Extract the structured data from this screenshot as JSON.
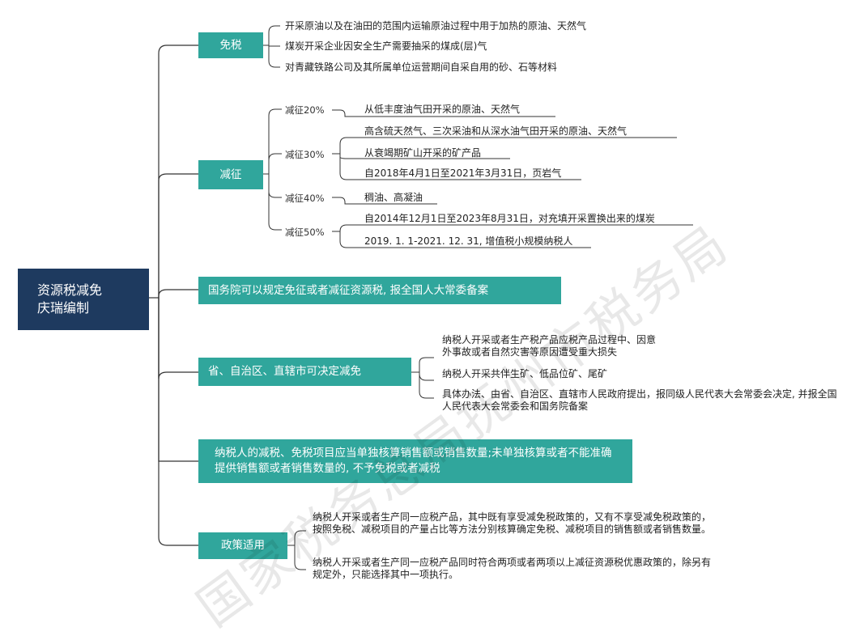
{
  "root": {
    "line1": "资源税减免",
    "line2": "庆瑞编制"
  },
  "watermark": "国家税务总局抚州市税务局",
  "mianshui": {
    "label": "免税",
    "items": [
      "开采原油以及在油田的范围内运输原油过程中用于加热的原油、天然气",
      "煤炭开采企业因安全生产需要抽采的煤成(层)气",
      "对青藏铁路公司及其所属单位运营期间自采自用的砂、石等材料"
    ]
  },
  "jianzheng": {
    "label": "减征",
    "r20": {
      "label": "减征20%",
      "items": [
        "从低丰度油气田开采的原油、天然气"
      ]
    },
    "r30": {
      "label": "减征30%",
      "items": [
        "高含硫天然气、三次采油和从深水油气田开采的原油、天然气",
        "从衰竭期矿山开采的矿产品",
        "自2018年4月1日至2021年3月31日，页岩气"
      ]
    },
    "r40": {
      "label": "减征40%",
      "items": [
        "稠油、高凝油"
      ]
    },
    "r50": {
      "label": "减征50%",
      "items": [
        "自2014年12月1日至2023年8月31日，对充填开采置换出来的煤炭",
        "2019. 1. 1-2021. 12. 31, 增值税小规模纳税人"
      ]
    }
  },
  "guowuyuan": {
    "label": "国务院可以规定免征或者减征资源税, 报全国人大常委备案"
  },
  "sheng": {
    "label": "省、自治区、直辖市可决定减免",
    "items": [
      "纳税人开采或者生产税产品应税产品过程中、因意外事故或者自然灾害等原因遭受重大损失",
      "纳税人开采共伴生矿、低品位矿、尾矿",
      "具体办法、由省、自治区、直辖市人民政府提出，报同级人民代表大会常委会决定, 并报全国人民代表大会常委会和国务院备案"
    ]
  },
  "danduhesuan": {
    "label": "纳税人的减税、免税项目应当单独核算销售额或销售数量;未单独核算或者不能准确提供销售额或者销售数量的, 不予免税或者减税"
  },
  "zhengce": {
    "label": "政策适用",
    "items": [
      "纳税人开采或者生产同一应税产品，其中既有享受减免税政策的，又有不享受减免税政策的，按照免税、减税项目的产量占比等方法分别核算确定免税、减税项目的销售额或者销售数量。",
      "纳税人开采或者生产同一应税产品同时符合两项或者两项以上减征资源税优惠政策的，除另有规定外，只能选择其中一项执行。"
    ]
  },
  "colors": {
    "root": "#1e3a5f",
    "teal": "#30a69c",
    "line": "#333333"
  }
}
